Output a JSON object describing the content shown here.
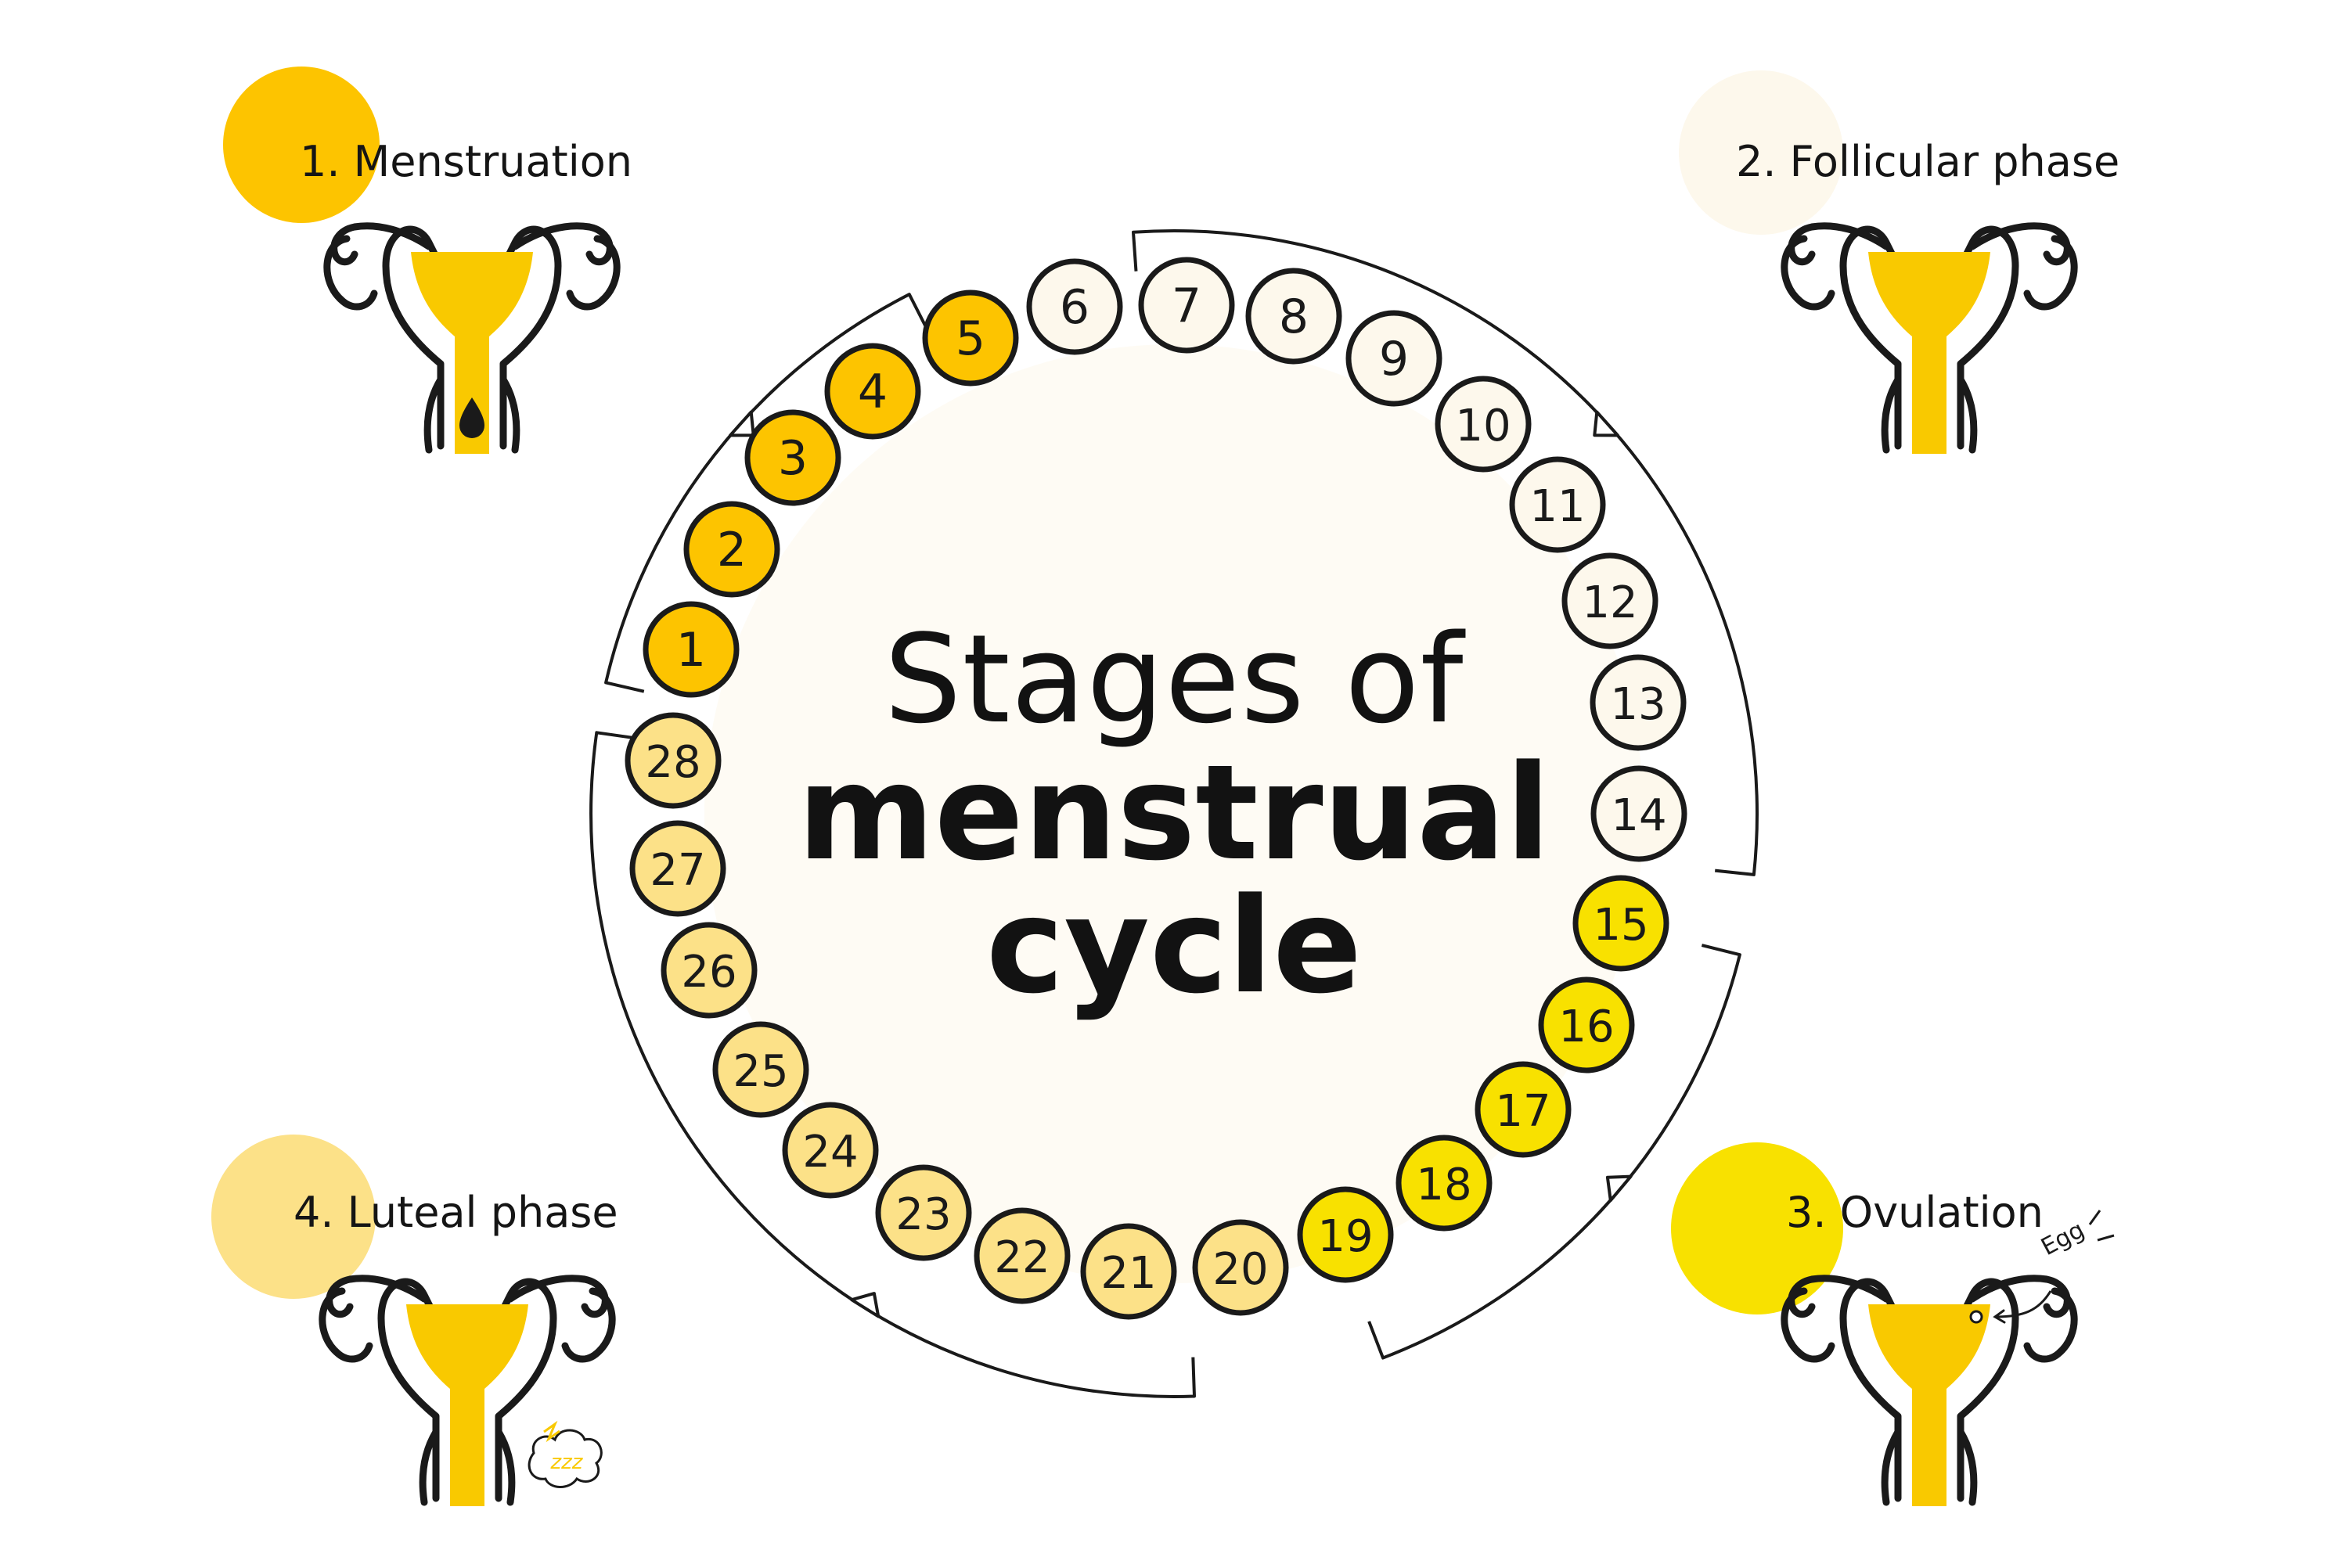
{
  "title": {
    "line1": "Stages of",
    "line2": "menstrual",
    "line3": "cycle"
  },
  "colors": {
    "menstruation": "#FDC400",
    "follicular": "#FDF8EC",
    "ovulation": "#F8E100",
    "luteal": "#FCE188",
    "outline": "#1A1A1A",
    "uterus": "#F9C900",
    "center_fill": "#FEFBF4"
  },
  "phases": [
    {
      "id": "menstruation",
      "label": "1. Menstruation",
      "color": "#FDC400",
      "days": [
        1,
        2,
        3,
        4,
        5
      ],
      "icon": "uterus-blood-drop-icon"
    },
    {
      "id": "follicular",
      "label": "2. Follicular phase",
      "color": "#FDF8EC",
      "days": [
        6,
        7,
        8,
        9,
        10,
        11,
        12,
        13,
        14
      ],
      "icon": "uterus-icon"
    },
    {
      "id": "ovulation",
      "label": "3. Ovulation",
      "color": "#F8E100",
      "days": [
        15,
        16,
        17,
        18,
        19
      ],
      "icon": "uterus-egg-icon",
      "annotation": "Egg"
    },
    {
      "id": "luteal",
      "label": "4. Luteal phase",
      "color": "#FCE188",
      "days": [
        20,
        21,
        22,
        23,
        24,
        25,
        26,
        27,
        28
      ],
      "icon": "uterus-sleep-icon",
      "annotation": "zzz"
    }
  ],
  "days": [
    "1",
    "2",
    "3",
    "4",
    "5",
    "6",
    "7",
    "8",
    "9",
    "10",
    "11",
    "12",
    "13",
    "14",
    "15",
    "16",
    "17",
    "18",
    "19",
    "20",
    "21",
    "22",
    "23",
    "24",
    "25",
    "26",
    "27",
    "28"
  ]
}
